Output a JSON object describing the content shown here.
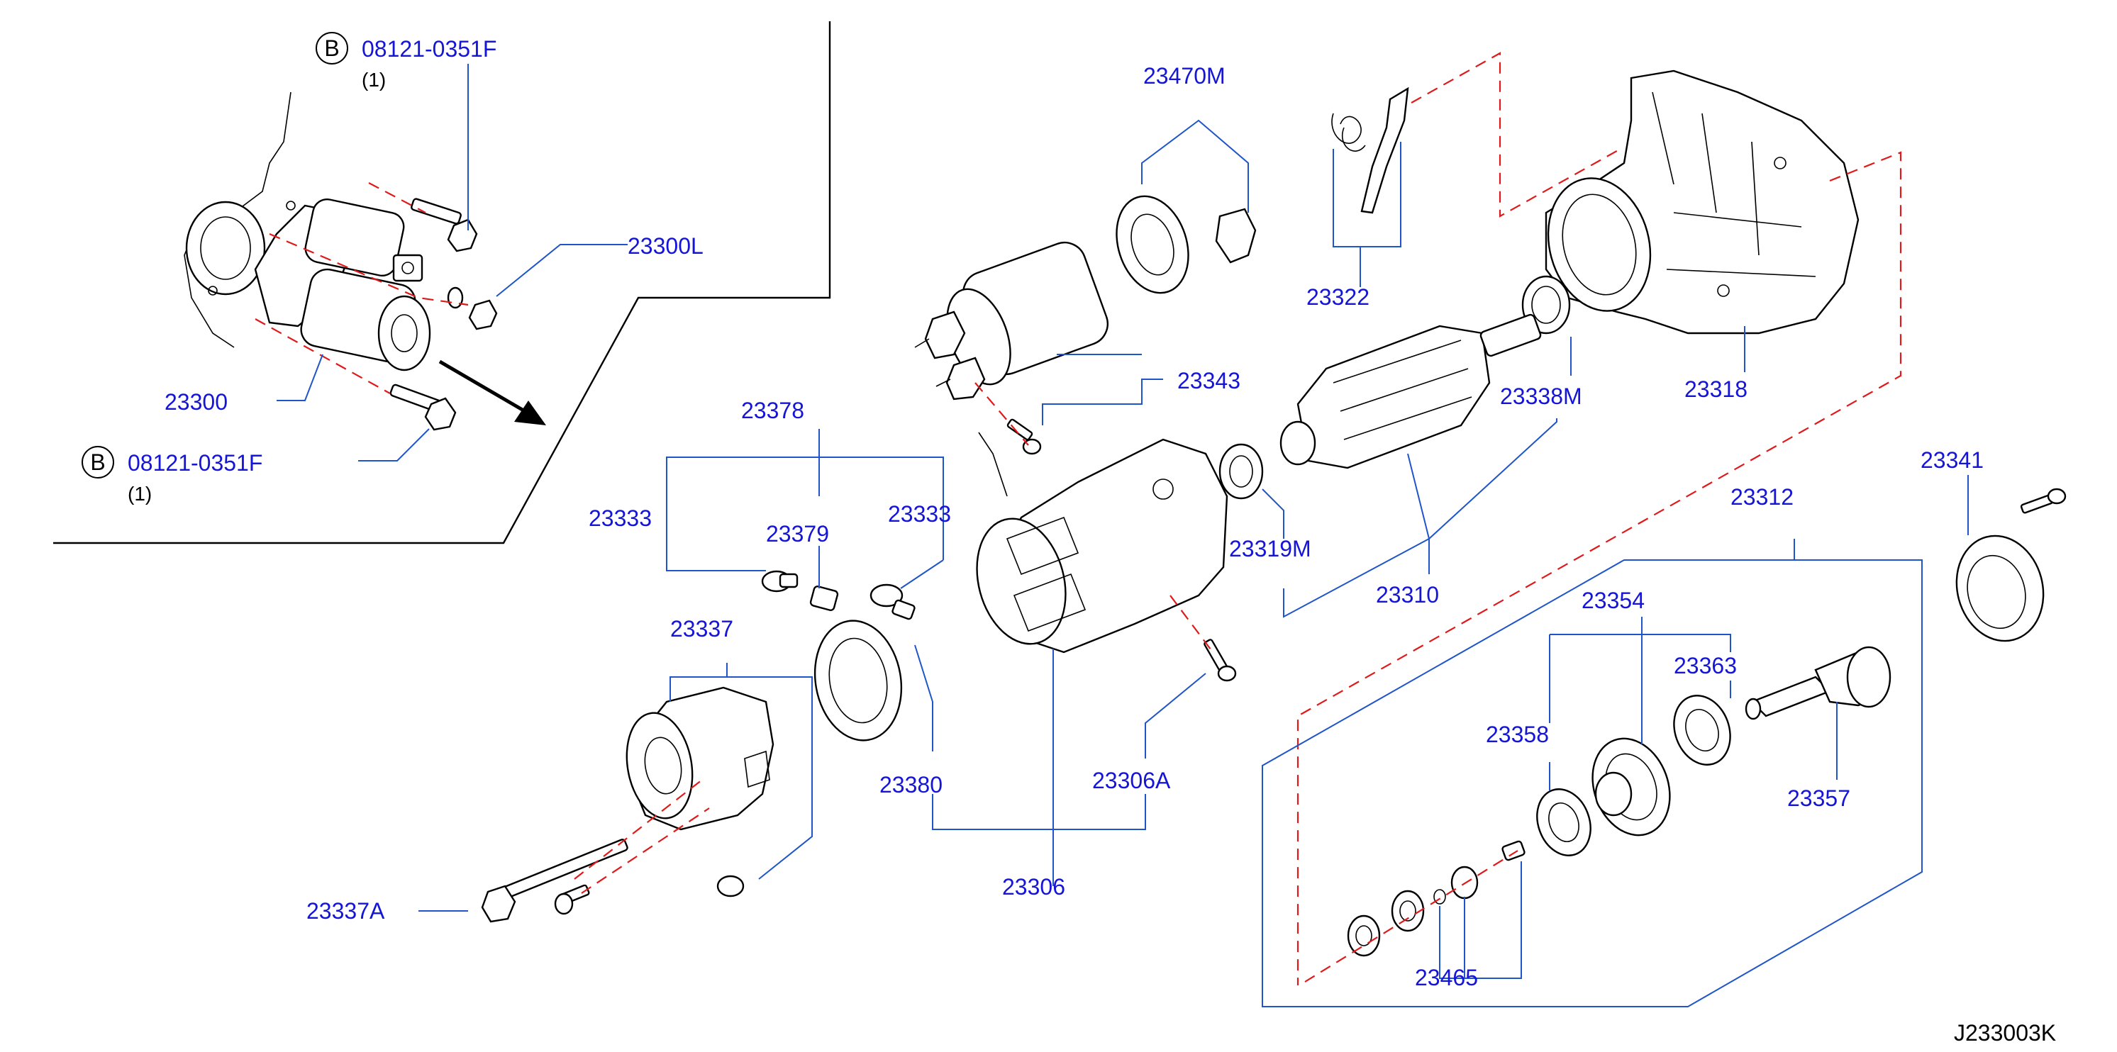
{
  "diagram_code": "J233003K",
  "bolt_ref": {
    "circle_letter": "B",
    "top": {
      "part_number": "08121-0351F",
      "qty": "(1)"
    },
    "bottom": {
      "part_number": "08121-0351F",
      "qty": "(1)"
    }
  },
  "parts": {
    "p23300": "23300",
    "p23300L": "23300L",
    "p23470M": "23470M",
    "p23322": "23322",
    "p23343": "23343",
    "p23338M": "23338M",
    "p23318": "23318",
    "p23378": "23378",
    "p23333a": "23333",
    "p23379": "23379",
    "p23333b": "23333",
    "p23319M": "23319M",
    "p23310": "23310",
    "p23312": "23312",
    "p23341": "23341",
    "p23354": "23354",
    "p23363": "23363",
    "p23337": "23337",
    "p23358": "23358",
    "p23357": "23357",
    "p23380": "23380",
    "p23306A": "23306A",
    "p23306": "23306",
    "p23337A": "23337A",
    "p23465": "23465"
  },
  "colors": {
    "label": "#1515d8",
    "leader": "#1f55c8",
    "center_line": "#e01a1a"
  }
}
